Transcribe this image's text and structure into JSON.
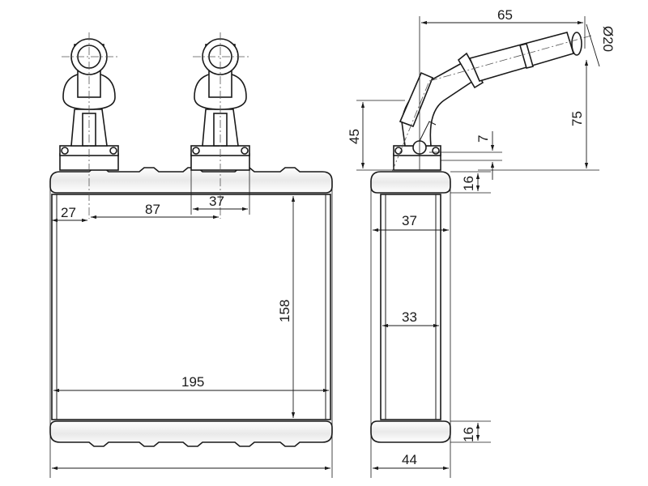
{
  "drawing": {
    "front_view": {
      "dim_pipe_offset": "27",
      "dim_pipe_spacing": "87",
      "dim_flange_width": "37",
      "dim_core_height": "158",
      "dim_core_width": "195"
    },
    "side_view": {
      "dim_pipe_reach": "65",
      "dim_pipe_diameter": "Ø20",
      "dim_pipe_rise": "75",
      "dim_flange_height": "45",
      "dim_pin_offset": "7",
      "dim_top_tank": "16",
      "dim_top_width": "37",
      "dim_core_depth": "33",
      "dim_bottom_tank": "16",
      "dim_overall_depth": "44"
    }
  }
}
